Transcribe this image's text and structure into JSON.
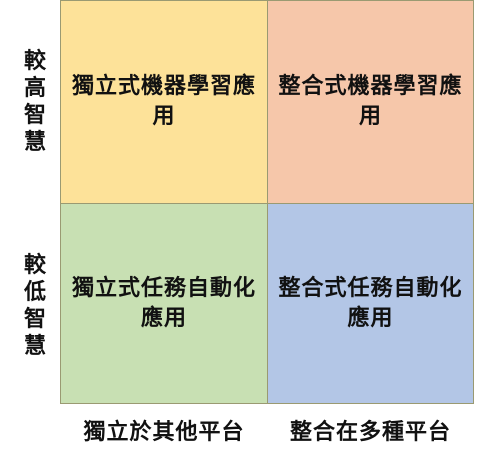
{
  "colors": {
    "top_left": "#fde299",
    "top_right": "#f6c7aa",
    "bottom_left": "#c8e0b3",
    "bottom_right": "#b3c6e6",
    "border": "#9a9a72"
  },
  "y_axis": {
    "top": "較高智慧",
    "bottom": "較低智慧"
  },
  "x_axis": {
    "left": "獨立於其他平台",
    "right": "整合在多種平台"
  },
  "quadrants": {
    "top_left": "獨立式機器學習應用",
    "top_right": "整合式機器學習應用",
    "bottom_left": "獨立式任務自動化應用",
    "bottom_right": "整合式任務自動化應用"
  }
}
